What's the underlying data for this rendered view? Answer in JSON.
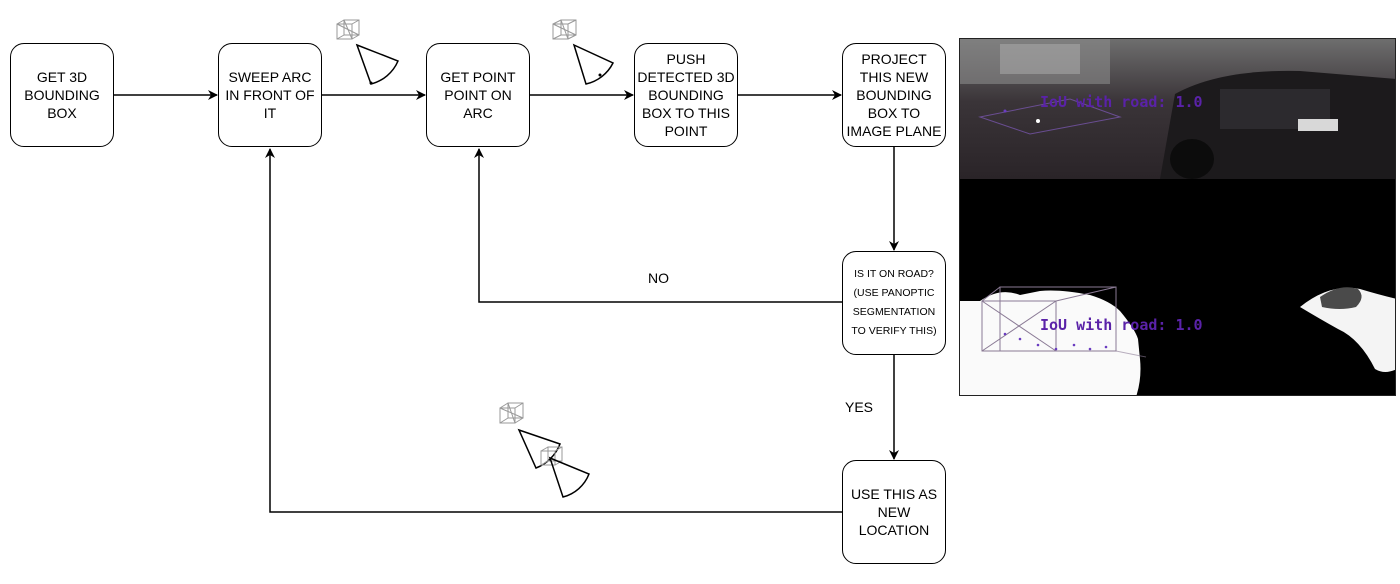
{
  "nodes": {
    "get_bbox": "GET 3D\nBOUNDING\nBOX",
    "sweep_arc": "SWEEP ARC\nIN FRONT OF\nIT",
    "get_point": "GET POINT\nPOINT ON\nARC",
    "push_bbox": "PUSH\nDETECTED 3D\nBOUNDING\nBOX TO THIS\nPOINT",
    "project_bbox": "PROJECT\nTHIS NEW\nBOUNDING\nBOX TO\nIMAGE PLANE",
    "is_on_road": "IS IT ON ROAD?\n(USE PANOPTIC\nSEGMENTATION\nTO VERIFY THIS)",
    "use_location": "USE THIS AS\nNEW\nLOCATION"
  },
  "edges": {
    "no_label": "NO",
    "yes_label": "YES"
  },
  "photos": {
    "top_overlay": "IoU with road: 1.0",
    "bottom_overlay": "IoU with road: 1.0"
  },
  "colors": {
    "overlay_text": "#5a22a8",
    "stroke": "#000000",
    "sketch": "#999999"
  }
}
